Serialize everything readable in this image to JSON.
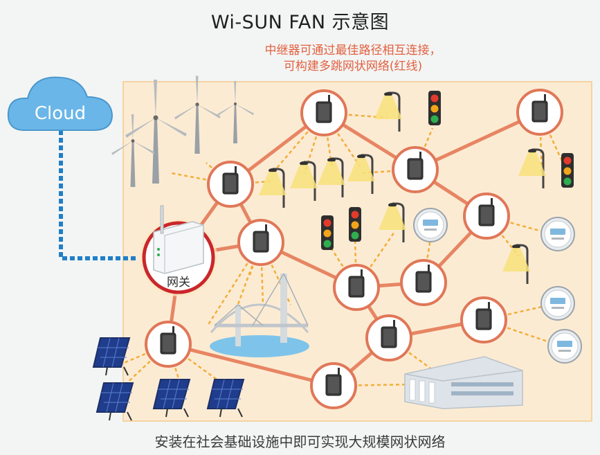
{
  "title": "Wi-SUN FAN 示意图",
  "note": {
    "line1": "中继器可通过最佳路径相互连接，",
    "line2": "可构建多跳网状网络(红线)"
  },
  "cloud_label": "Cloud",
  "gateway_label": "网关",
  "caption": "安装在社会基础设施中即可实现大规模网状网络",
  "colors": {
    "panel": "#fcebd3",
    "panel_border": "#f3c98b",
    "mesh_link": "#e78563",
    "device_link": "#f2ae38",
    "cloud_link": "#1f7fc8",
    "node_ring": "#e07758",
    "gateway_ring": "#c9272b",
    "note_text": "#e2603f"
  },
  "icons": [
    "cloud-icon",
    "wind-turbine-icon",
    "street-light-icon",
    "traffic-light-icon",
    "smart-meter-icon",
    "solar-panel-icon",
    "bridge-icon",
    "factory-icon",
    "repeater-icon",
    "router-icon"
  ]
}
